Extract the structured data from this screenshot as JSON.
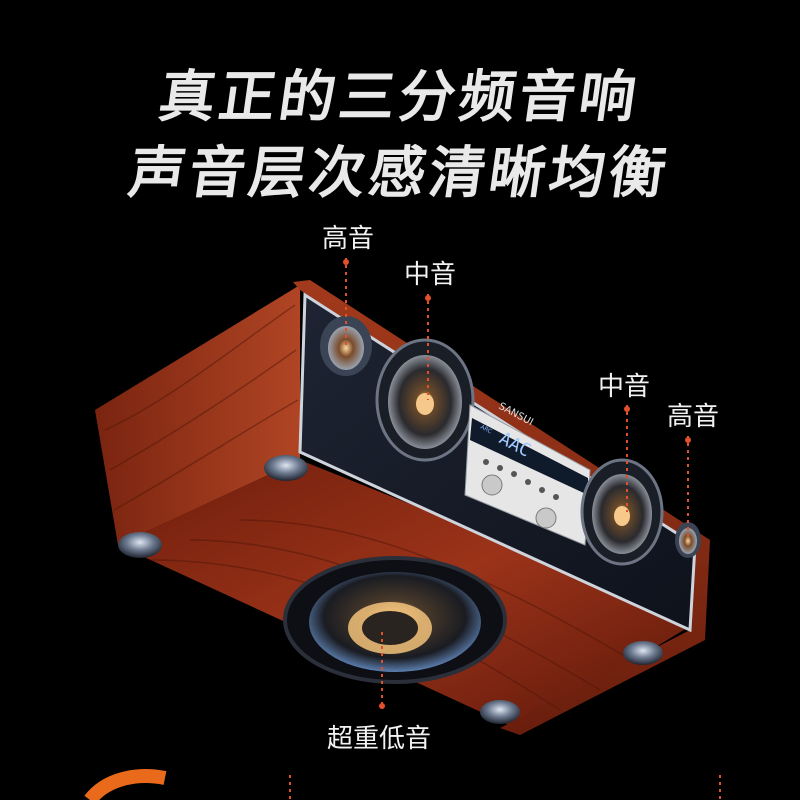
{
  "headline": {
    "line1": "真正的三分频音响",
    "line2": "声音层次感清晰均衡"
  },
  "callouts": {
    "treble_left": "高音",
    "mid_left": "中音",
    "mid_right": "中音",
    "treble_right": "高音",
    "bass": "超重低音"
  },
  "device": {
    "brand": "SANSUI",
    "display_text": "AAC",
    "display_prefix": "ARC"
  },
  "colors": {
    "background": "#000000",
    "wood": "#8a2a14",
    "callout_line": "#e0502a",
    "accent_orange": "#e86a1a"
  }
}
